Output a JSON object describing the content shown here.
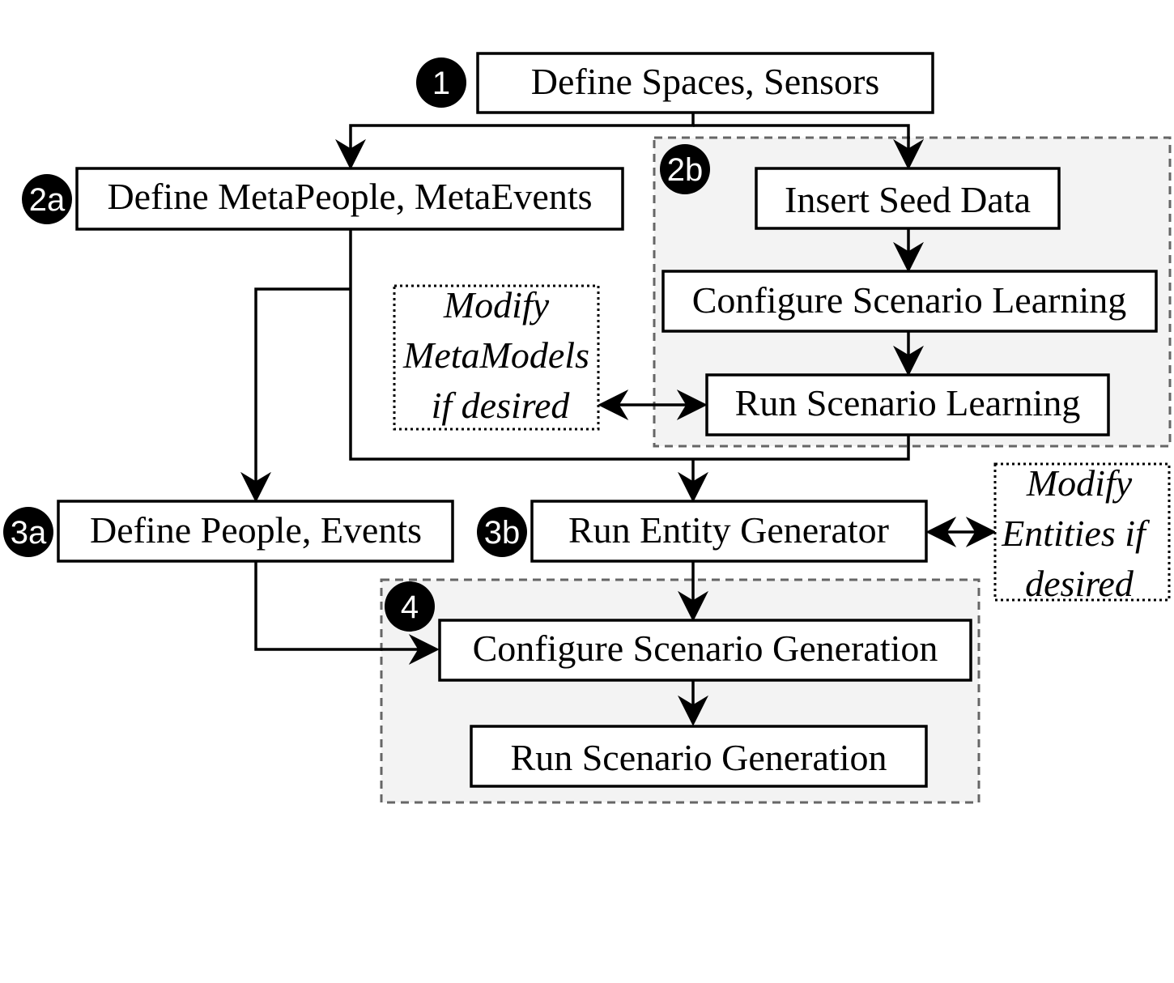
{
  "steps": {
    "define_spaces": "Define Spaces, Sensors",
    "define_metapeople": "Define MetaPeople, MetaEvents",
    "insert_seed": "Insert Seed Data",
    "configure_learning": "Configure Scenario Learning",
    "run_learning": "Run Scenario Learning",
    "define_people": "Define People, Events",
    "run_entity": "Run Entity Generator",
    "configure_generation": "Configure Scenario Generation",
    "run_generation": "Run Scenario Generation"
  },
  "notes": {
    "modify_metamodels": [
      "Modify",
      "MetaModels",
      "if desired"
    ],
    "modify_entities": [
      "Modify",
      "Entities if",
      "desired"
    ]
  },
  "badges": {
    "b1": "1",
    "b2a": "2a",
    "b2b": "2b",
    "b3a": "3a",
    "b3b": "3b",
    "b4": "4"
  },
  "colors": {
    "line": "#000000",
    "group_fill": "#f3f3f3",
    "group_border": "#666666",
    "badge": "#000000"
  }
}
